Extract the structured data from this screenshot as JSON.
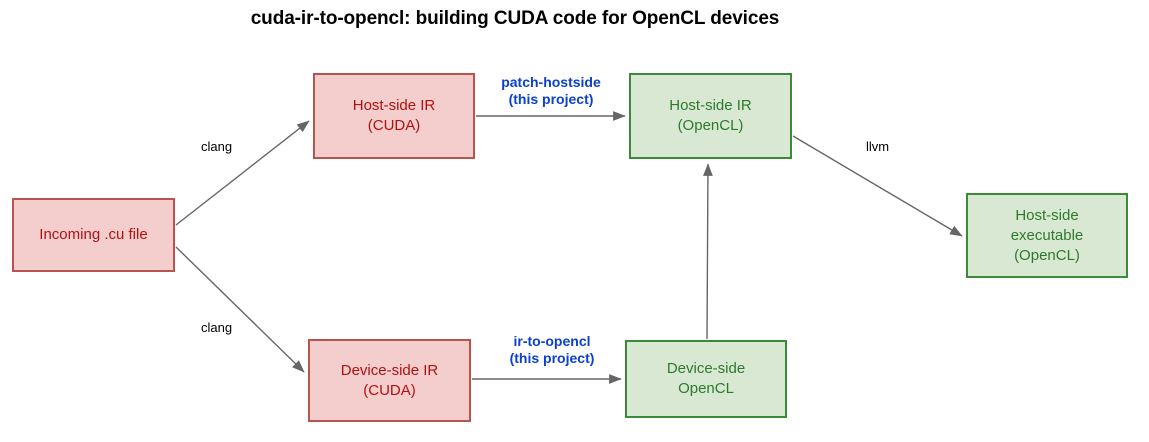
{
  "title": "cuda-ir-to-opencl: building CUDA code for OpenCL devices",
  "colors": {
    "cuda_fill": "#f4cdcd",
    "cuda_border": "#b85450",
    "cuda_text": "#b3110f",
    "opencl_fill": "#d9e8d2",
    "opencl_border": "#3a8a38",
    "opencl_text": "#2d7a2d",
    "edge": "#666666",
    "project_label": "#0b41cd",
    "plain_label": "#000000"
  },
  "nodes": {
    "incoming_cu": "Incoming .cu file",
    "host_ir_cuda": "Host-side IR\n(CUDA)",
    "host_ir_opencl": "Host-side IR\n(OpenCL)",
    "host_executable": "Host-side\nexecutable\n(OpenCL)",
    "device_ir_cuda": "Device-side IR\n(CUDA)",
    "device_opencl": "Device-side\nOpenCL"
  },
  "edges": {
    "clang_top": "clang",
    "clang_bottom": "clang",
    "llvm": "llvm",
    "patch_hostside": "patch-hostside\n(this project)",
    "ir_to_opencl": "ir-to-opencl\n(this project)",
    "device_to_host": ""
  }
}
